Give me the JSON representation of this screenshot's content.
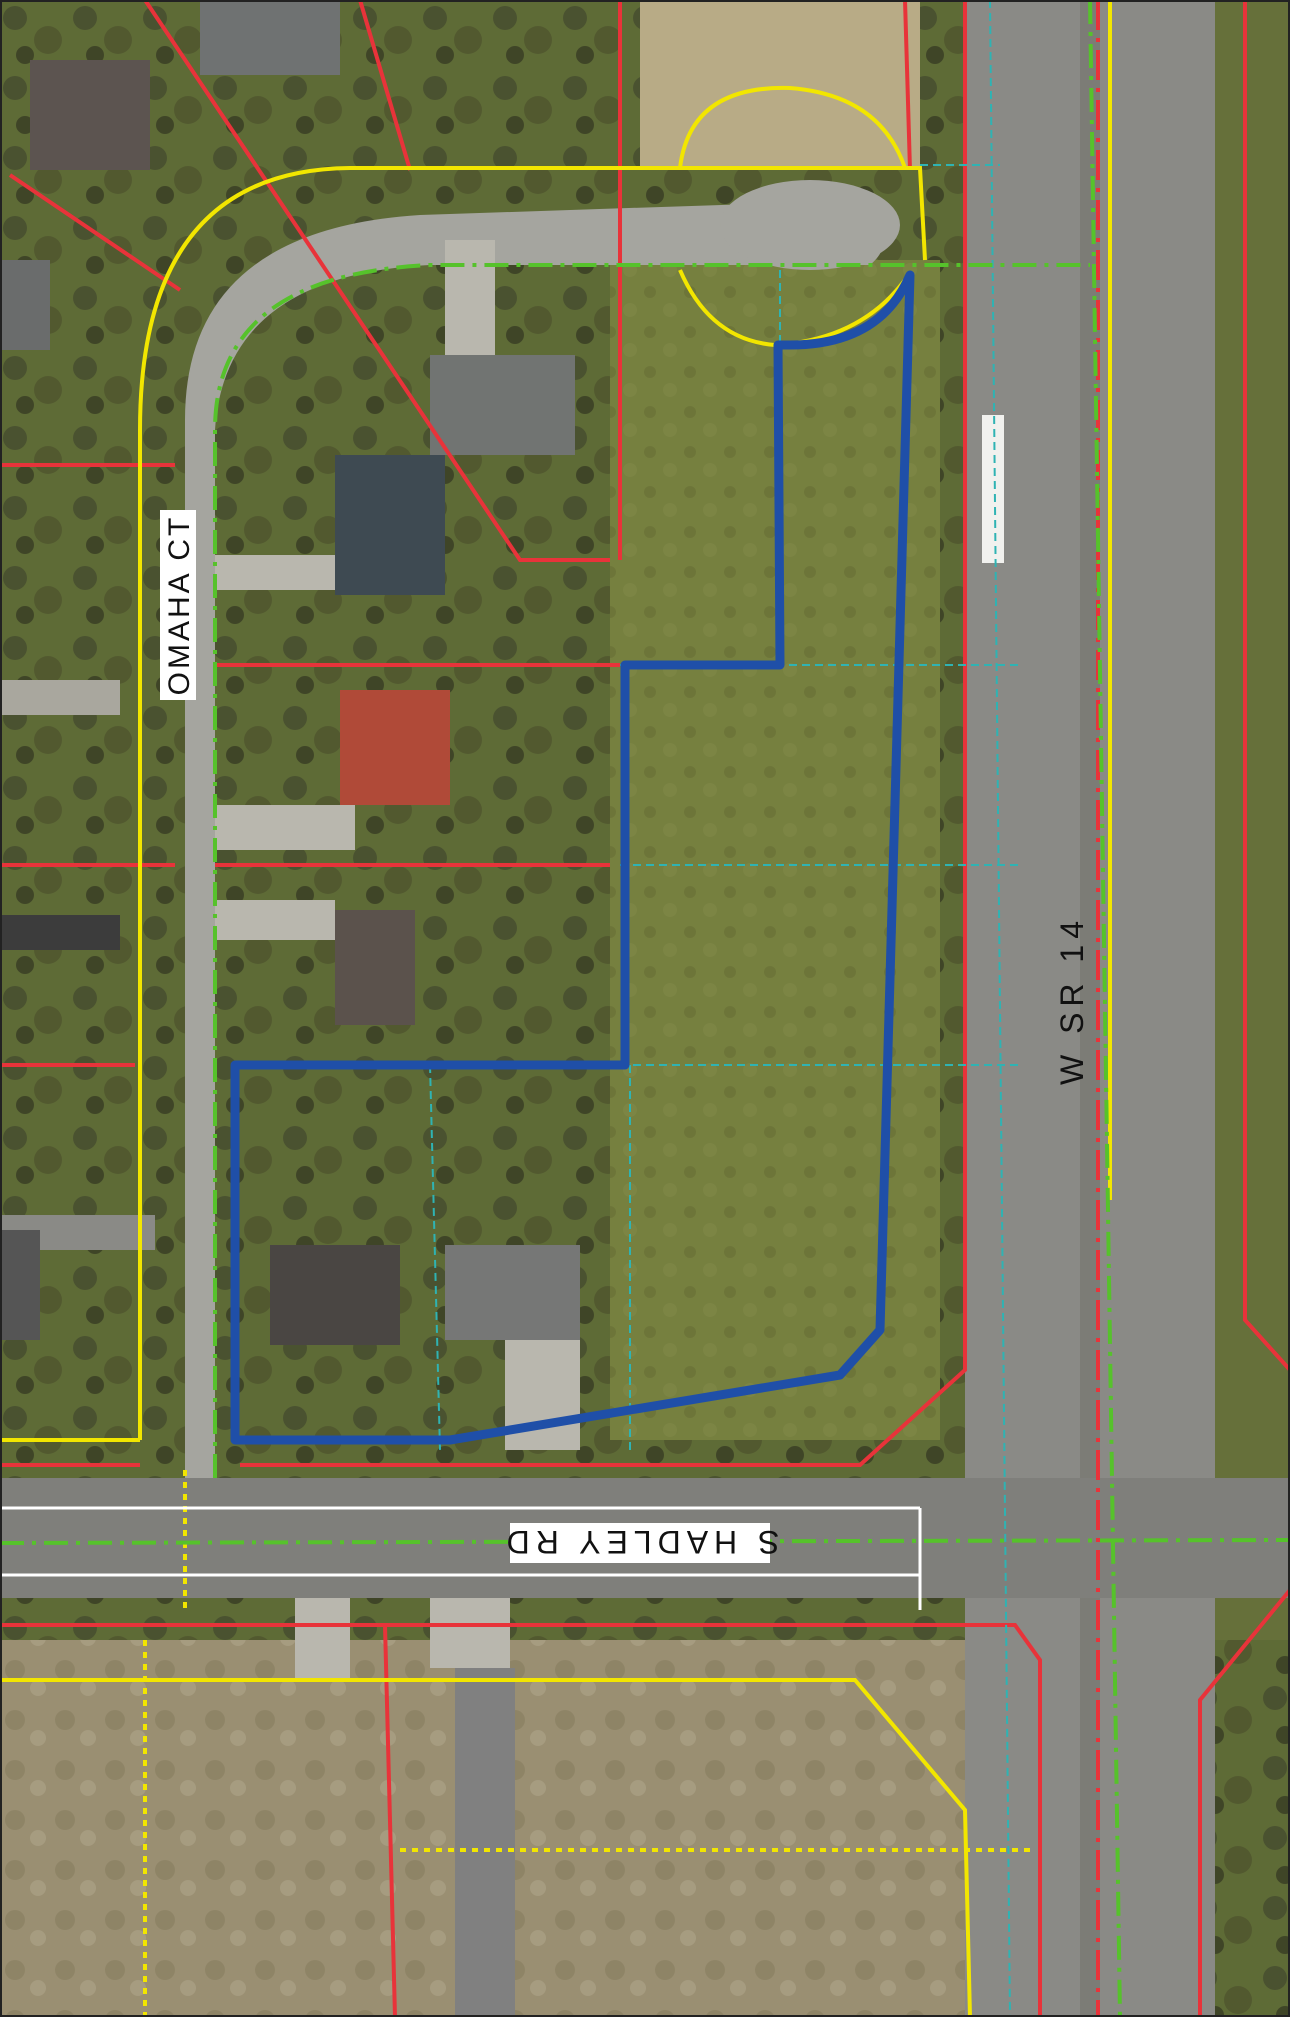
{
  "map": {
    "labels": {
      "omaha_ct": "OMAHA CT",
      "w_sr_14": "W SR 14",
      "s_hadley_rd": "S HADLEY RD"
    },
    "colors": {
      "parcel_line": "#e8333a",
      "zoning_line": "#f2e600",
      "centerline": "#56c22b",
      "subject_parcel": "#1f4fa8",
      "lot_line": "#2fb3b3",
      "grass": "#6f7f3a",
      "pavement": "#8a8a86"
    }
  }
}
